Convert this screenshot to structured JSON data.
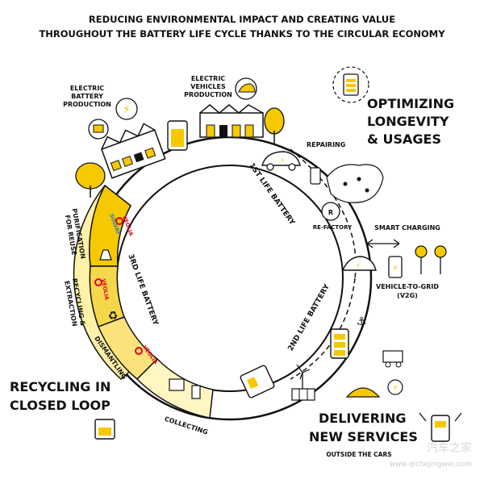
{
  "title": {
    "line1": "REDUCING ENVIRONMENTAL IMPACT AND CREATING VALUE",
    "line2": "THROUGHOUT THE BATTERY LIFE CYCLE THANKS TO THE CIRCULAR ECONOMY"
  },
  "labels": {
    "electric_battery_production": [
      "ELECTRIC",
      "BATTERY",
      "PRODUCTION"
    ],
    "electric_vehicles_production": [
      "ELECTRIC",
      "VEHICLES",
      "PRODUCTION"
    ],
    "repairing": "REPAIRING",
    "re_factory": "RE-FACTORY",
    "smart_charging": "SMART CHARGING",
    "vehicle_to_grid": [
      "VEHICLE-TO-GRID",
      "(V2G)"
    ],
    "first_life": "1ST LIFE BATTERY",
    "second_life": "2ND LIFE BATTERY",
    "third_life": "3RD LIFE BATTERY",
    "purification": [
      "PURIFICATION",
      "FOR REUSE"
    ],
    "recycling_extraction": [
      "RECYCLING &",
      "EXTRACTION"
    ],
    "dismantling": "DISMANTLING",
    "collecting": "COLLECTING",
    "outside_the_cars": "OUTSIDE THE CARS",
    "veolia": "VEOLIA",
    "solvay": "SOLVAY",
    "watermark_cn": "汽车之家",
    "watermark_url": "www.qichejingwei.com"
  },
  "headings": {
    "optimizing": [
      "OPTIMIZING",
      "LONGEVITY",
      "& USAGES"
    ],
    "recycling": [
      "RECYCLING IN",
      "CLOSED LOOP"
    ],
    "delivering": [
      "DELIVERING",
      "NEW SERVICES"
    ]
  },
  "colors": {
    "ink": "#111111",
    "yellow": "#f5c800",
    "pale_yellow": "#fff2a8",
    "veolia_red": "#e2001a"
  }
}
